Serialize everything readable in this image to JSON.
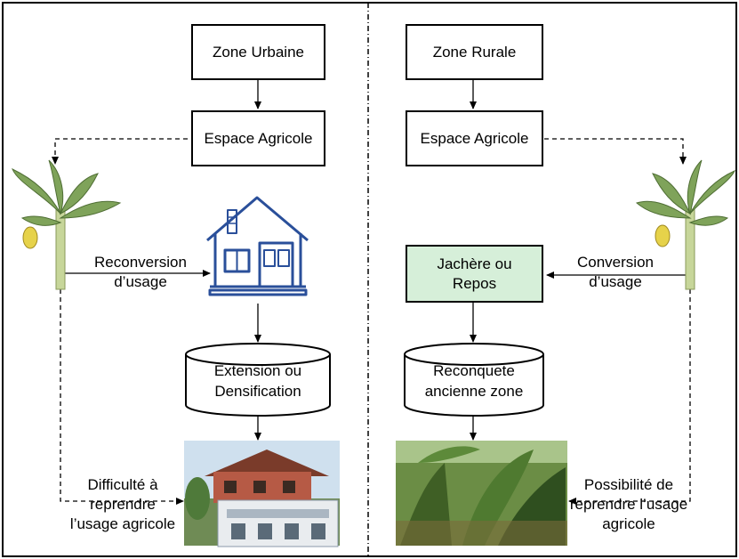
{
  "left": {
    "zone_title": "Zone Urbaine",
    "espace": "Espace Agricole",
    "reconversion_line1": "Reconversion",
    "reconversion_line2": "d’usage",
    "cyl_line1": "Extension ou",
    "cyl_line2": "Densification",
    "difficulty_line1": "Difficulté à",
    "difficulty_line2": "reprendre",
    "difficulty_line3": "l’usage agricole"
  },
  "right": {
    "zone_title": "Zone Rurale",
    "espace": "Espace Agricole",
    "jachere_line1": "Jachère ou",
    "jachere_line2": "Repos",
    "conversion_line1": "Conversion",
    "conversion_line2": "d’usage",
    "cyl_line1": "Reconquete",
    "cyl_line2": "ancienne zone",
    "possibility_line1": "Possibilité de",
    "possibility_line2": "reprendre l’usage",
    "possibility_line3": "agricole"
  },
  "colors": {
    "house_blue": "#2a4f9a",
    "jachere_fill": "#d6efd9",
    "banana_green": "#7fa35a",
    "border": "#000000"
  },
  "icons": [
    "banana-tree-icon",
    "house-icon",
    "building-photo",
    "fallow-field-photo"
  ]
}
